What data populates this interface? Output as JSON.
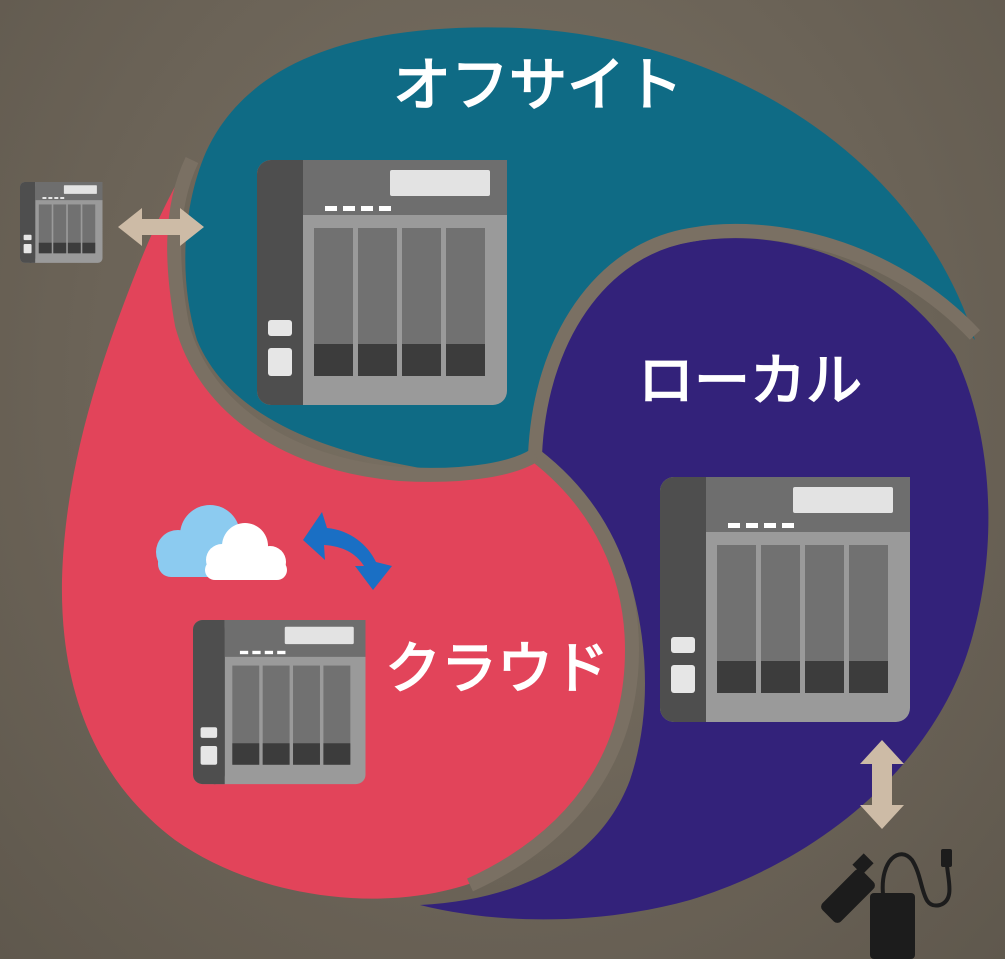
{
  "segments": {
    "offsite": {
      "label": "オフサイト",
      "color": "#0f6b85"
    },
    "local": {
      "label": "ローカル",
      "color": "#33227a"
    },
    "cloud": {
      "label": "クラウド",
      "color": "#e2445a"
    }
  },
  "colors": {
    "background": "#6b6357",
    "gap": "#7a7063",
    "arrow": "#cdbba6",
    "sync_arrow": "#1a6fc4",
    "cloud_front": "#ffffff",
    "cloud_back": "#8ccbf0",
    "nas_body": "#9a9a9a",
    "nas_side": "#4e4e4e",
    "usb_device": "#1c1c1c"
  },
  "icons": {
    "nas": "nas-4bay-icon",
    "cloud": "cloud-icon",
    "sync": "sync-arrow-icon",
    "transfer": "double-arrow-icon",
    "usb": "usb-drive-icon",
    "external_drive": "external-hdd-icon"
  }
}
